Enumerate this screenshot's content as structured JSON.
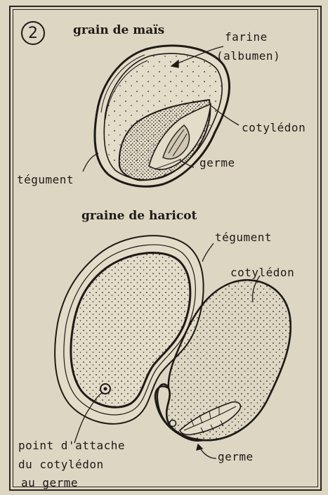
{
  "figure": {
    "number": "2",
    "title_corn": "grain de maïs",
    "title_bean": "graine de haricot"
  },
  "labels": {
    "farine_line1": "farine",
    "farine_line2": "(albumen)",
    "cotyledon_corn": "cotylédon",
    "germe_corn": "germe",
    "tegument_corn": "tégument",
    "tegument_bean": "tégument",
    "cotyledon_bean": "cotylédon",
    "attache_line1": "point d'attache",
    "attache_line2": "du cotylédon",
    "attache_line3": "au germe",
    "germe_bean": "germe"
  }
}
